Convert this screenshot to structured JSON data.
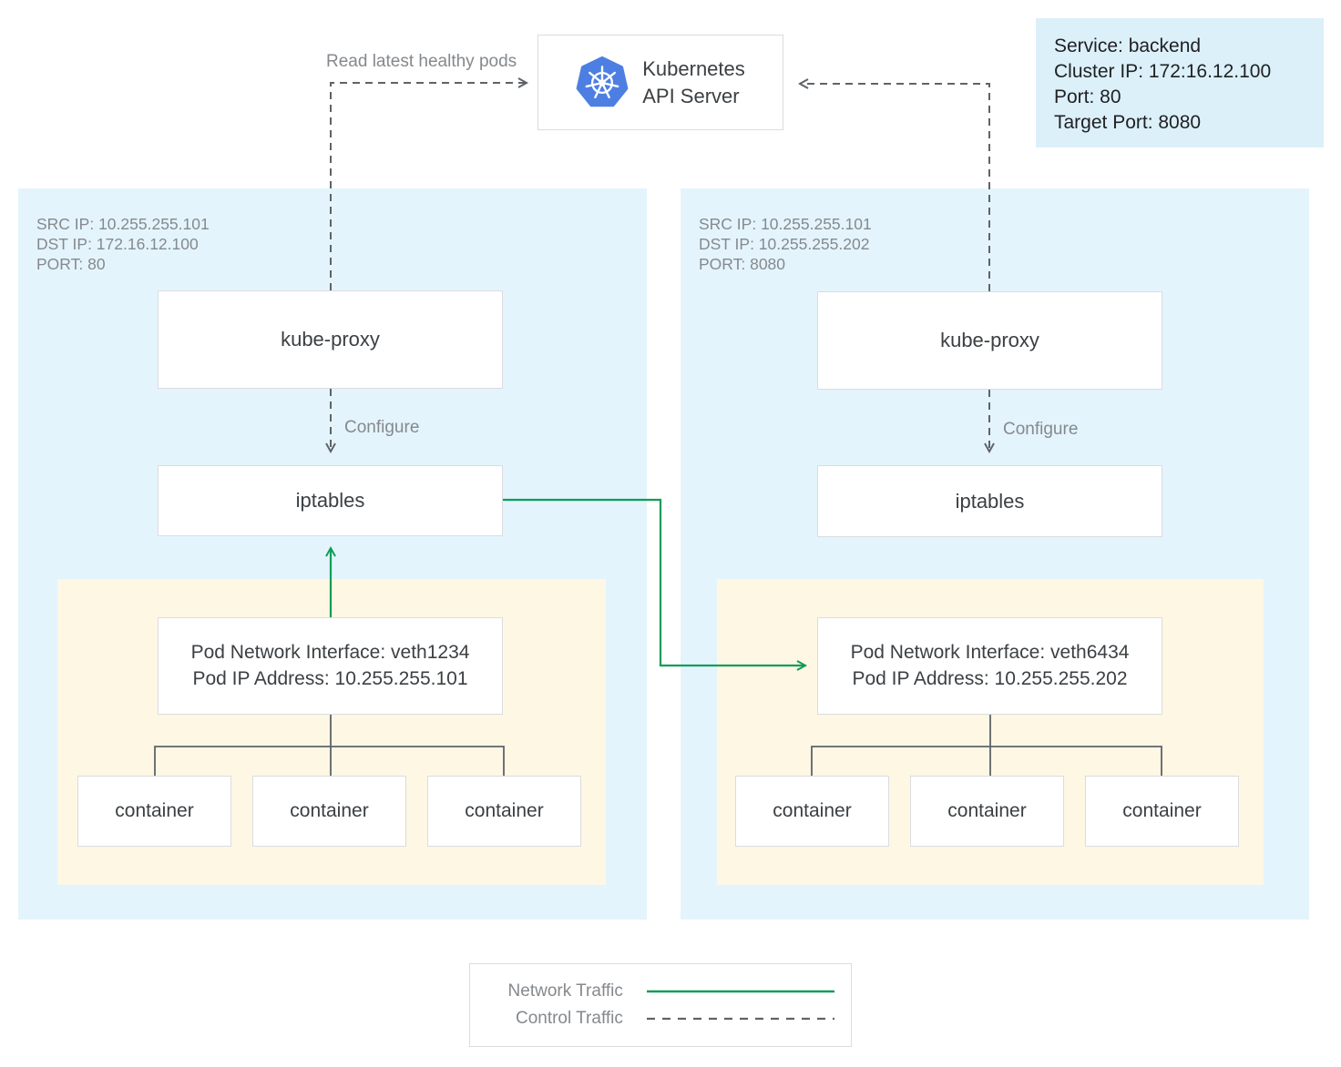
{
  "colors": {
    "node_bg": "#e4f4fc",
    "service_bg": "#dcf0fa",
    "pod_bg": "#fdf7e4",
    "box_border": "#dadce0",
    "box_text": "#3c4043",
    "muted_text": "#85898d",
    "control_line": "#5f6368",
    "network_line": "#0f9d58",
    "kubernetes_logo_blue": "#4d7fe3"
  },
  "api_server": {
    "line1": "Kubernetes",
    "line2": "API Server"
  },
  "service_card": {
    "line1": "Service: backend",
    "line2": "Cluster IP: 172:16.12.100",
    "line3": "Port: 80",
    "line4": "Target Port: 8080"
  },
  "labels": {
    "read_healthy_pods": "Read latest healthy pods",
    "configure_left": "Configure",
    "configure_right": "Configure"
  },
  "nodes": [
    {
      "header": {
        "line1": "SRC IP: 10.255.255.101",
        "line2": "DST IP: 172.16.12.100",
        "line3": "PORT: 80"
      },
      "kube_proxy_label": "kube-proxy",
      "iptables_label": "iptables",
      "pod": {
        "line1": "Pod Network Interface: veth1234",
        "line2": "Pod IP Address: 10.255.255.101"
      },
      "containers": [
        "container",
        "container",
        "container"
      ]
    },
    {
      "header": {
        "line1": "SRC IP: 10.255.255.101",
        "line2": "DST IP: 10.255.255.202",
        "line3": "PORT: 8080"
      },
      "kube_proxy_label": "kube-proxy",
      "iptables_label": "iptables",
      "pod": {
        "line1": "Pod Network Interface: veth6434",
        "line2": "Pod IP Address: 10.255.255.202"
      },
      "containers": [
        "container",
        "container",
        "container"
      ]
    }
  ],
  "legend": {
    "network_label": "Network Traffic",
    "control_label": "Control Traffic"
  }
}
